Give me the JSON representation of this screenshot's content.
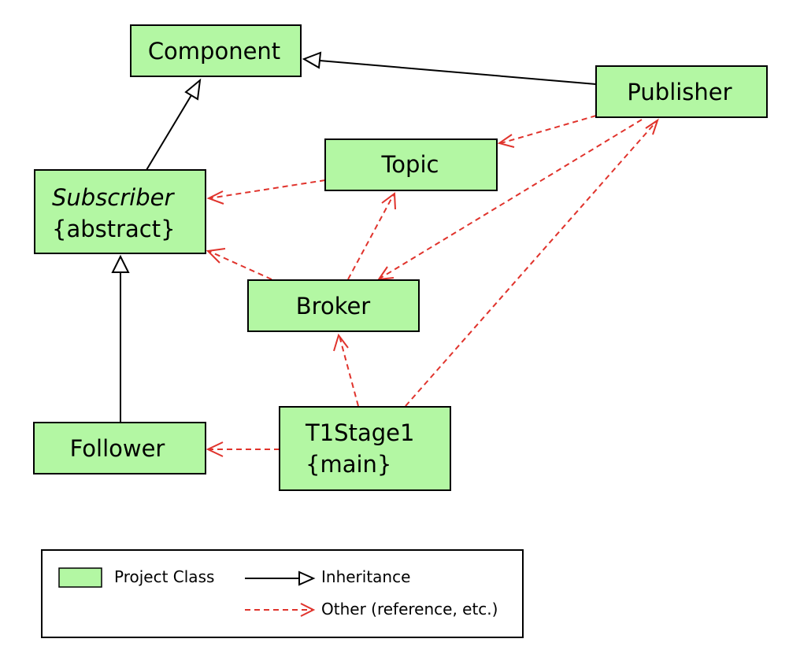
{
  "classes": {
    "component": {
      "name": "Component"
    },
    "publisher": {
      "name": "Publisher"
    },
    "topic": {
      "name": "Topic"
    },
    "subscriber": {
      "name": "Subscriber",
      "stereotype": "{abstract}"
    },
    "broker": {
      "name": "Broker"
    },
    "follower": {
      "name": "Follower"
    },
    "t1stage1": {
      "name": "T1Stage1",
      "stereotype": "{main}"
    }
  },
  "relations": [
    {
      "from": "subscriber",
      "to": "component",
      "kind": "inheritance"
    },
    {
      "from": "publisher",
      "to": "component",
      "kind": "inheritance"
    },
    {
      "from": "follower",
      "to": "subscriber",
      "kind": "inheritance"
    },
    {
      "from": "publisher",
      "to": "topic",
      "kind": "reference"
    },
    {
      "from": "topic",
      "to": "subscriber",
      "kind": "reference"
    },
    {
      "from": "publisher",
      "to": "broker",
      "kind": "reference"
    },
    {
      "from": "broker",
      "to": "topic",
      "kind": "reference"
    },
    {
      "from": "broker",
      "to": "subscriber",
      "kind": "reference"
    },
    {
      "from": "t1stage1",
      "to": "broker",
      "kind": "reference"
    },
    {
      "from": "t1stage1",
      "to": "publisher",
      "kind": "reference"
    },
    {
      "from": "t1stage1",
      "to": "follower",
      "kind": "reference"
    }
  ],
  "legend": {
    "project_class": "Project Class",
    "inheritance": "Inheritance",
    "other": "Other (reference, etc.)"
  },
  "colors": {
    "class_fill": "#b3f7a3",
    "reference_arrow": "#e0332c",
    "inheritance_arrow": "#000000"
  }
}
